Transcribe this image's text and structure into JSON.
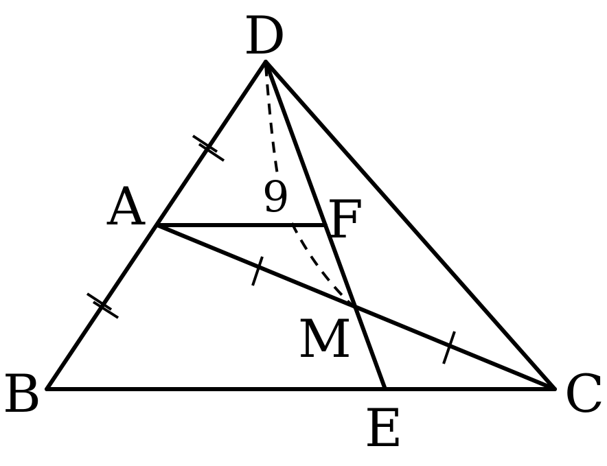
{
  "points": {
    "D": "D",
    "A": "A",
    "F": "F",
    "M": "M",
    "B": "B",
    "E": "E",
    "C": "C"
  },
  "measure": "9"
}
